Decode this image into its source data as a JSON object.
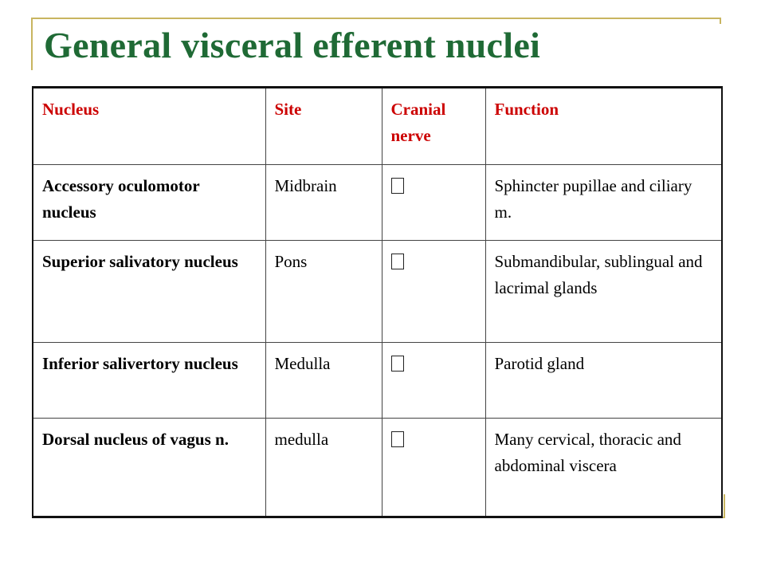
{
  "title": "General visceral efferent nuclei",
  "table": {
    "headers": [
      "Nucleus",
      "Site",
      "Cranial nerve",
      "Function"
    ],
    "rows": [
      {
        "nucleus": "Accessory oculomotor nucleus",
        "site": "Midbrain",
        "nerve": "",
        "function": "Sphincter pupillae and ciliary m."
      },
      {
        "nucleus": "Superior salivatory nucleus",
        "site": "Pons",
        "nerve": "",
        "function": "Submandibular, sublingual and lacrimal glands"
      },
      {
        "nucleus": "Inferior salivertory nucleus",
        "site": "Medulla",
        "nerve": "",
        "function": "Parotid gland"
      },
      {
        "nucleus": "Dorsal nucleus of vagus n.",
        "site": "medulla",
        "nerve": "",
        "function": "Many cervical, thoracic and abdominal viscera"
      }
    ]
  },
  "colors": {
    "title": "#1f6a35",
    "header_text": "#cc0000",
    "frame": "#c8b560"
  }
}
